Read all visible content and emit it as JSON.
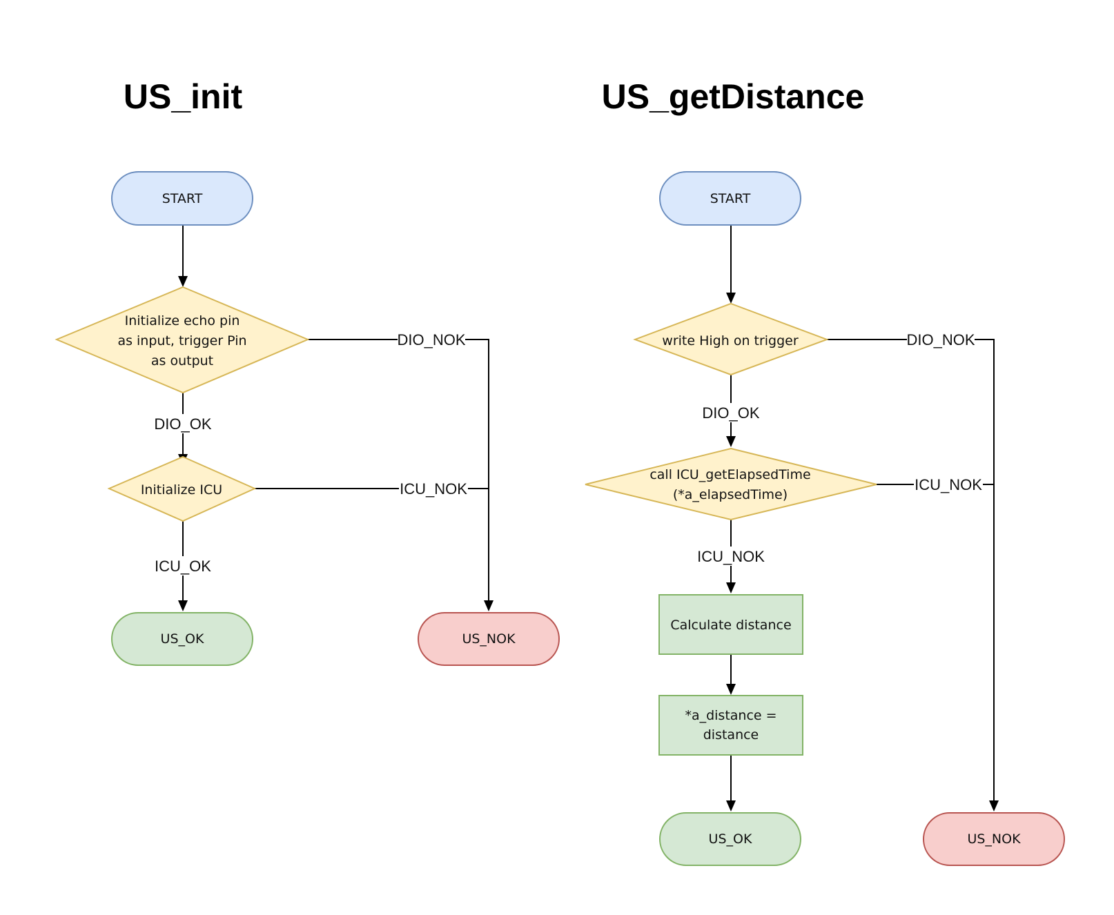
{
  "colors": {
    "terminal_blue_fill": "#dae8fc",
    "terminal_blue_stroke": "#6c8ebf",
    "decision_fill": "#fff2cc",
    "decision_stroke": "#d6b656",
    "process_fill": "#d5e8d4",
    "process_stroke": "#82b366",
    "ok_fill": "#d5e8d4",
    "ok_stroke": "#82b366",
    "nok_fill": "#f8cecc",
    "nok_stroke": "#b85450"
  },
  "init": {
    "title": "US_init",
    "start": "START",
    "decision1": [
      "Initialize echo pin",
      "as input, trigger Pin",
      "as output"
    ],
    "decision2": "Initialize ICU",
    "ok": "US_OK",
    "nok": "US_NOK",
    "labels": {
      "dio_ok": "DIO_OK",
      "dio_nok": "DIO_NOK",
      "icu_ok": "ICU_OK",
      "icu_nok": "ICU_NOK"
    }
  },
  "getDistance": {
    "title": "US_getDistance",
    "start": "START",
    "decision1": "write High on trigger",
    "decision2": [
      "call ICU_getElapsedTime",
      "(*a_elapsedTime)"
    ],
    "process1": "Calculate distance",
    "process2": [
      "*a_distance =",
      "distance"
    ],
    "ok": "US_OK",
    "nok": "US_NOK",
    "labels": {
      "dio_ok": "DIO_OK",
      "dio_nok": "DIO_NOK",
      "icu_nok_down": "ICU_NOK",
      "icu_nok_right": "ICU_NOK"
    }
  }
}
